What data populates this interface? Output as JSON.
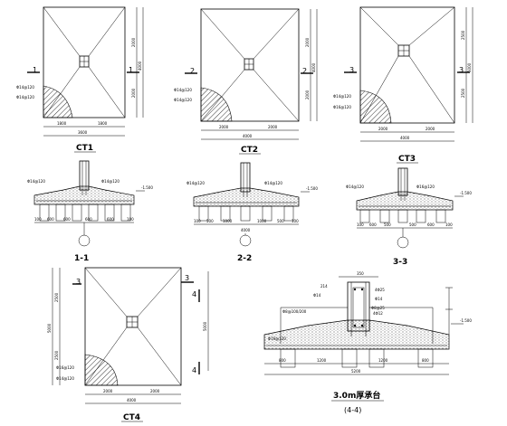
{
  "plans": [
    {
      "id": "ct1",
      "caption": "CT1",
      "tag": "1",
      "dimV": [
        "2000",
        "2000"
      ],
      "dimVTotal": "4000",
      "dimH": [
        "1800",
        "1800"
      ],
      "dimHTotal": "3600",
      "rebar": [
        "Φ14@120",
        "Φ14@120"
      ]
    },
    {
      "id": "ct2",
      "caption": "CT2",
      "tag": "2",
      "dimV": [
        "2000",
        "2000"
      ],
      "dimVTotal": "4000",
      "dimH": [
        "2000",
        "2000"
      ],
      "dimHTotal": "4000",
      "rebar": [
        "Φ14@120",
        "Φ14@120"
      ]
    },
    {
      "id": "ct3",
      "caption": "CT3",
      "tag": "3",
      "dimV": [
        "2500",
        "2500"
      ],
      "dimVTotal": "5000",
      "dimH": [
        "2000",
        "2000"
      ],
      "dimHTotal": "4000",
      "rebar": [
        "Φ14@120",
        "Φ16@120"
      ]
    },
    {
      "id": "ct4",
      "caption": "CT4",
      "tag": "3",
      "tag2": "4",
      "dimV": [
        "2500",
        "2500"
      ],
      "dimVTotal": "5000",
      "dimH": [
        "2000",
        "2000"
      ],
      "dimHTotal": "4000",
      "rebar": [
        "Φ16@120",
        "Φ14@120"
      ]
    }
  ],
  "sections": [
    {
      "id": "s1",
      "caption": "1-1",
      "rebar": [
        "Φ14@120",
        "Φ14@120"
      ],
      "level": "-1.500",
      "dims": [
        "100",
        "600",
        "600",
        "600",
        "600",
        "100"
      ]
    },
    {
      "id": "s2",
      "caption": "2-2",
      "rebar": [
        "Φ14@120",
        "Φ14@120"
      ],
      "level": "-1.500",
      "dims": [
        "100",
        "500",
        "1000",
        "1000",
        "500",
        "100"
      ],
      "total": "4000"
    },
    {
      "id": "s3",
      "caption": "3-3",
      "rebar": [
        "Φ14@120",
        "Φ16@120"
      ],
      "level": "-1.500",
      "dims": [
        "100",
        "600",
        "500",
        "500",
        "600",
        "100"
      ]
    }
  ],
  "detail": {
    "caption": "3.0m厚承台",
    "sub": "(4-4)",
    "notes": [
      "214",
      "Φ14",
      "4Φ25",
      "Φ14",
      "Φ8@100/200",
      "4Φ12",
      "Φ8@25",
      "Φ16@120"
    ],
    "level": "-1.500",
    "dims": [
      "800",
      "1200",
      "1200",
      "800"
    ],
    "total": "5200",
    "top": "350"
  }
}
